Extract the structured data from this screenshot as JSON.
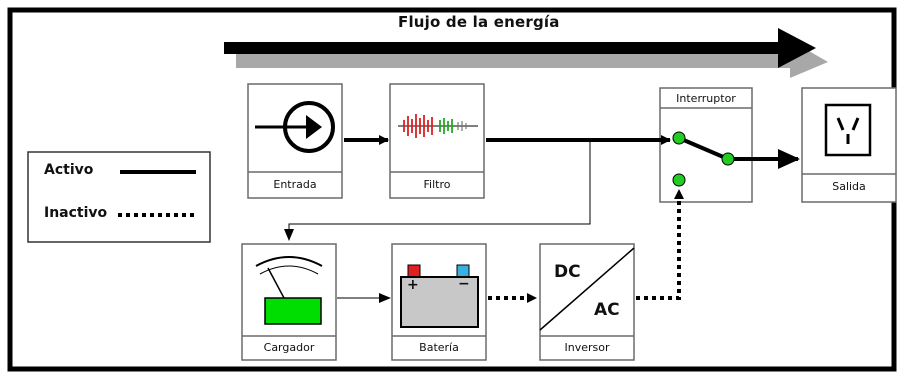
{
  "title": "Flujo de la energía",
  "legend": {
    "active_label": "Activo",
    "inactive_label": "Inactivo"
  },
  "blocks": {
    "entrada": "Entrada",
    "filtro": "Filtro",
    "interruptor": "Interruptor",
    "salida": "Salida",
    "cargador": "Cargador",
    "bateria": "Batería",
    "inversor": "Inversor"
  },
  "inverter": {
    "dc": "DC",
    "ac": "AC"
  },
  "battery": {
    "plus": "+",
    "minus": "−"
  },
  "colors": {
    "frame": "#000000",
    "arrow_shadow": "#a8a8a8",
    "box_border": "#6a6a6a",
    "switch_contact": "#22cc22",
    "charger_display": "#00dd00",
    "battery_body": "#c8c8c8",
    "battery_plus": "#e02020",
    "battery_minus": "#3ab0e0"
  },
  "icons": {
    "entrada": "ac-input-arrow-icon",
    "filtro": "noise-filter-icon",
    "salida": "power-outlet-icon",
    "cargador": "meter-gauge-icon",
    "bateria": "battery-icon",
    "inversor": "dc-ac-converter-icon"
  }
}
